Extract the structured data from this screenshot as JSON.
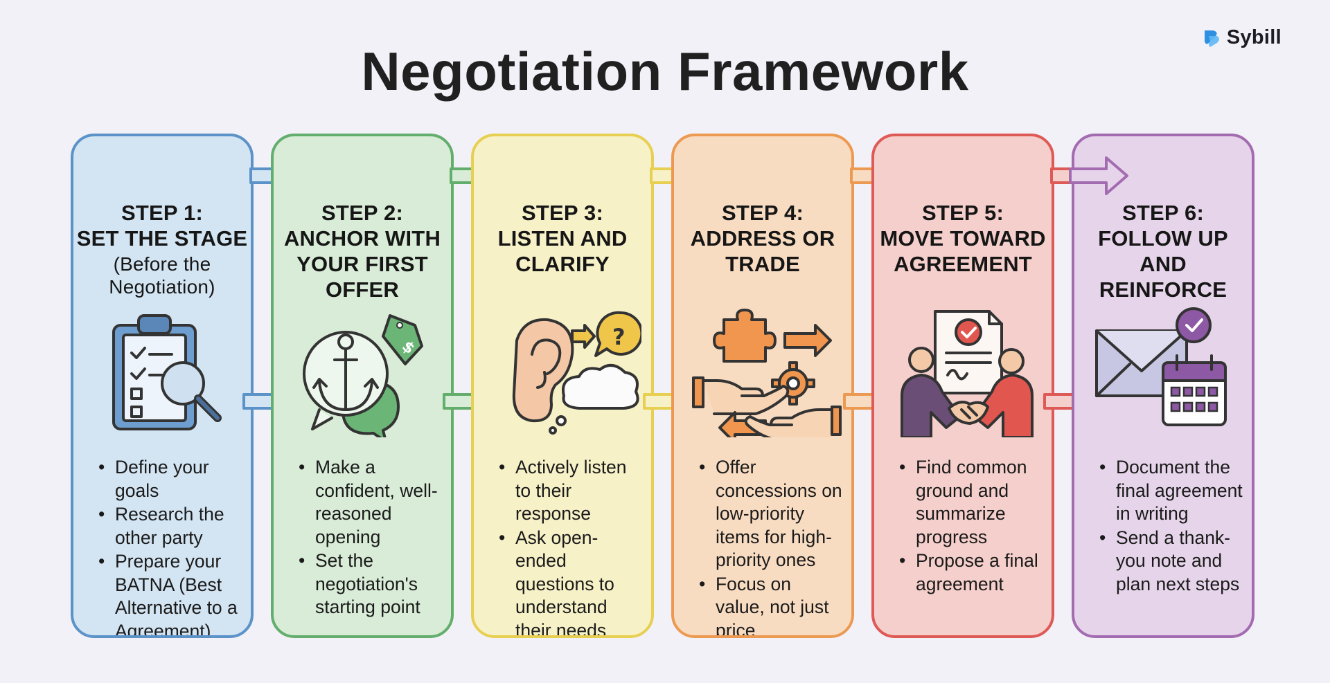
{
  "brand": {
    "name": "Sybill"
  },
  "title": "Negotiation Framework",
  "steps": [
    {
      "label": "STEP 1:",
      "title_lines": [
        "SET THE STAGE"
      ],
      "subtitle_lines": [
        "(Before the",
        "Negotiation)"
      ],
      "icon": "clipboard-magnifier-icon",
      "bullets": [
        "Define your goals",
        "Research the other party",
        "Prepare your BATNA (Best Alternative to a Agreement)"
      ],
      "color": "#5b93c9",
      "fill": "#d3e4f2"
    },
    {
      "label": "STEP 2:",
      "title_lines": [
        "ANCHOR WITH",
        "YOUR FIRST",
        "OFFER"
      ],
      "subtitle_lines": [],
      "icon": "anchor-price-tag-icon",
      "bullets": [
        "Make a confident, well-reasoned opening",
        "Set the negotiation's starting point"
      ],
      "color": "#63ae6d",
      "fill": "#d8ecd7"
    },
    {
      "label": "STEP 3:",
      "title_lines": [
        "LISTEN AND",
        "CLARIFY"
      ],
      "subtitle_lines": [],
      "icon": "ear-question-icon",
      "bullets": [
        "Actively listen to their response",
        "Ask open-ended questions to understand their needs"
      ],
      "color": "#e7cf52",
      "fill": "#f7f1c8"
    },
    {
      "label": "STEP 4:",
      "title_lines": [
        "ADDRESS OR",
        "TRADE"
      ],
      "subtitle_lines": [],
      "icon": "trade-puzzle-gear-icon",
      "bullets": [
        "Offer concessions on low-priority items for high-priority ones",
        "Focus on value, not just price"
      ],
      "color": "#ec9a52",
      "fill": "#f8dcc2"
    },
    {
      "label": "STEP 5:",
      "title_lines": [
        "MOVE TOWARD",
        "AGREEMENT"
      ],
      "subtitle_lines": [],
      "icon": "handshake-document-icon",
      "bullets": [
        "Find common ground and summarize progress",
        "Propose a final agreement"
      ],
      "color": "#de5a56",
      "fill": "#f5cfcb"
    },
    {
      "label": "STEP 6:",
      "title_lines": [
        "FOLLOW UP",
        "AND REINFORCE"
      ],
      "subtitle_lines": [],
      "icon": "envelope-calendar-icon",
      "bullets": [
        "Document the final agreement in writing",
        "Send a thank-you note and plan next steps"
      ],
      "color": "#a36cb1",
      "fill": "#e6d5ea"
    }
  ]
}
